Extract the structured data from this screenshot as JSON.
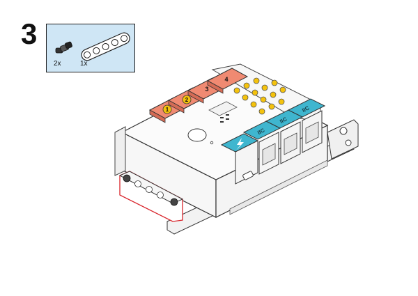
{
  "step": {
    "number": "3"
  },
  "parts_callout": {
    "items": [
      {
        "icon": "connector-pin-icon",
        "quantity": "2x"
      },
      {
        "icon": "beam-5-hole-icon",
        "quantity": "1x"
      }
    ],
    "background": "#cfe6f5"
  },
  "controller": {
    "motor_ports": [
      {
        "label": "1",
        "color": "#f08a72",
        "marker": "1"
      },
      {
        "label": "2",
        "color": "#f08a72",
        "marker": "2"
      },
      {
        "label": "3",
        "color": "#f08a72"
      },
      {
        "label": "4",
        "color": "#f08a72"
      }
    ],
    "sensor_ports": [
      {
        "label": "IIC",
        "color": "#3fb6cf"
      },
      {
        "label": "IIC",
        "color": "#3fb6cf"
      },
      {
        "label": "IIC",
        "color": "#3fb6cf"
      },
      {
        "label": "power",
        "icon": "lightning-icon",
        "color": "#3fb6cf"
      }
    ]
  },
  "highlight_color": "#d8232a"
}
